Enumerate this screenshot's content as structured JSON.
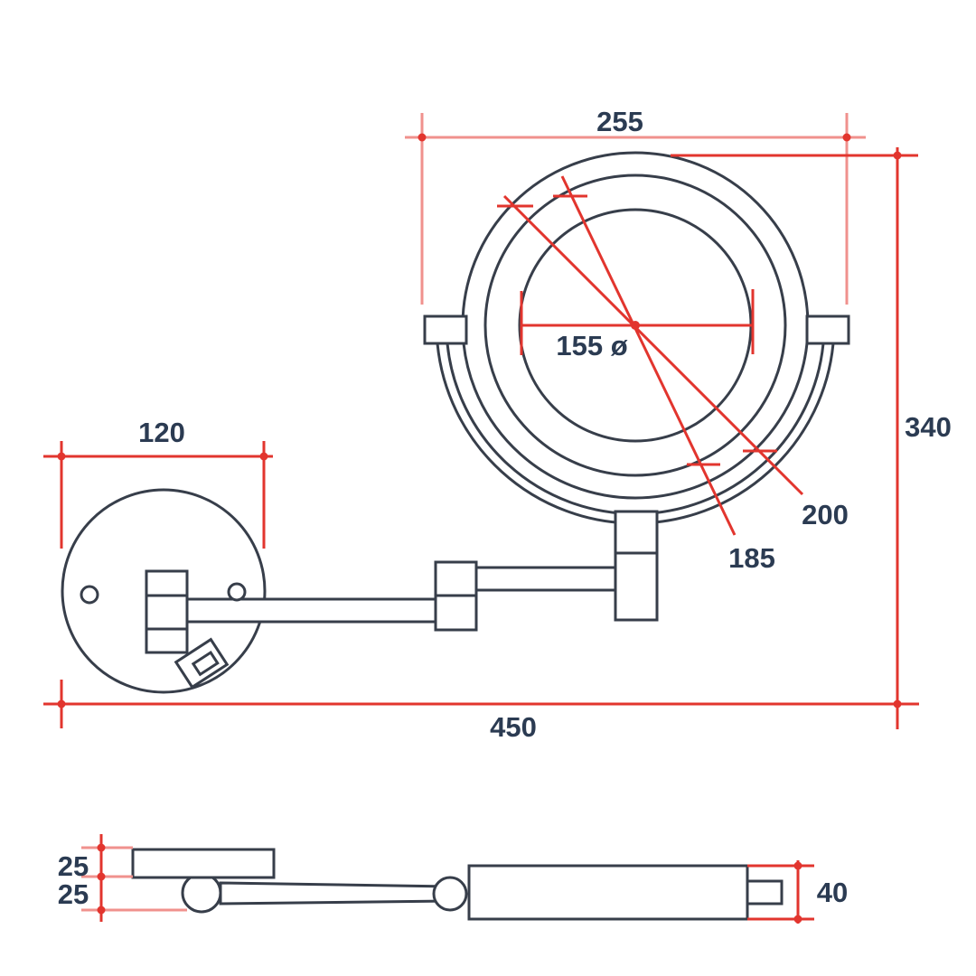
{
  "drawing": {
    "dimensions": {
      "width_across_brackets": "255",
      "overall_height": "340",
      "mirror_glass_diameter": "155 ø",
      "outer_housing_diameter": "200",
      "inner_ring_diameter": "185",
      "wall_plate_width": "120",
      "overall_reach": "450",
      "side_plate_thickness": "25",
      "side_hinge_thickness": "25",
      "side_head_thickness": "40"
    }
  },
  "colors": {
    "background": "#ffffff",
    "line": "#373e4a",
    "dimension_red": "#e2352e",
    "dimension_light_red": "#f0918d",
    "label": "#2b3b52"
  }
}
